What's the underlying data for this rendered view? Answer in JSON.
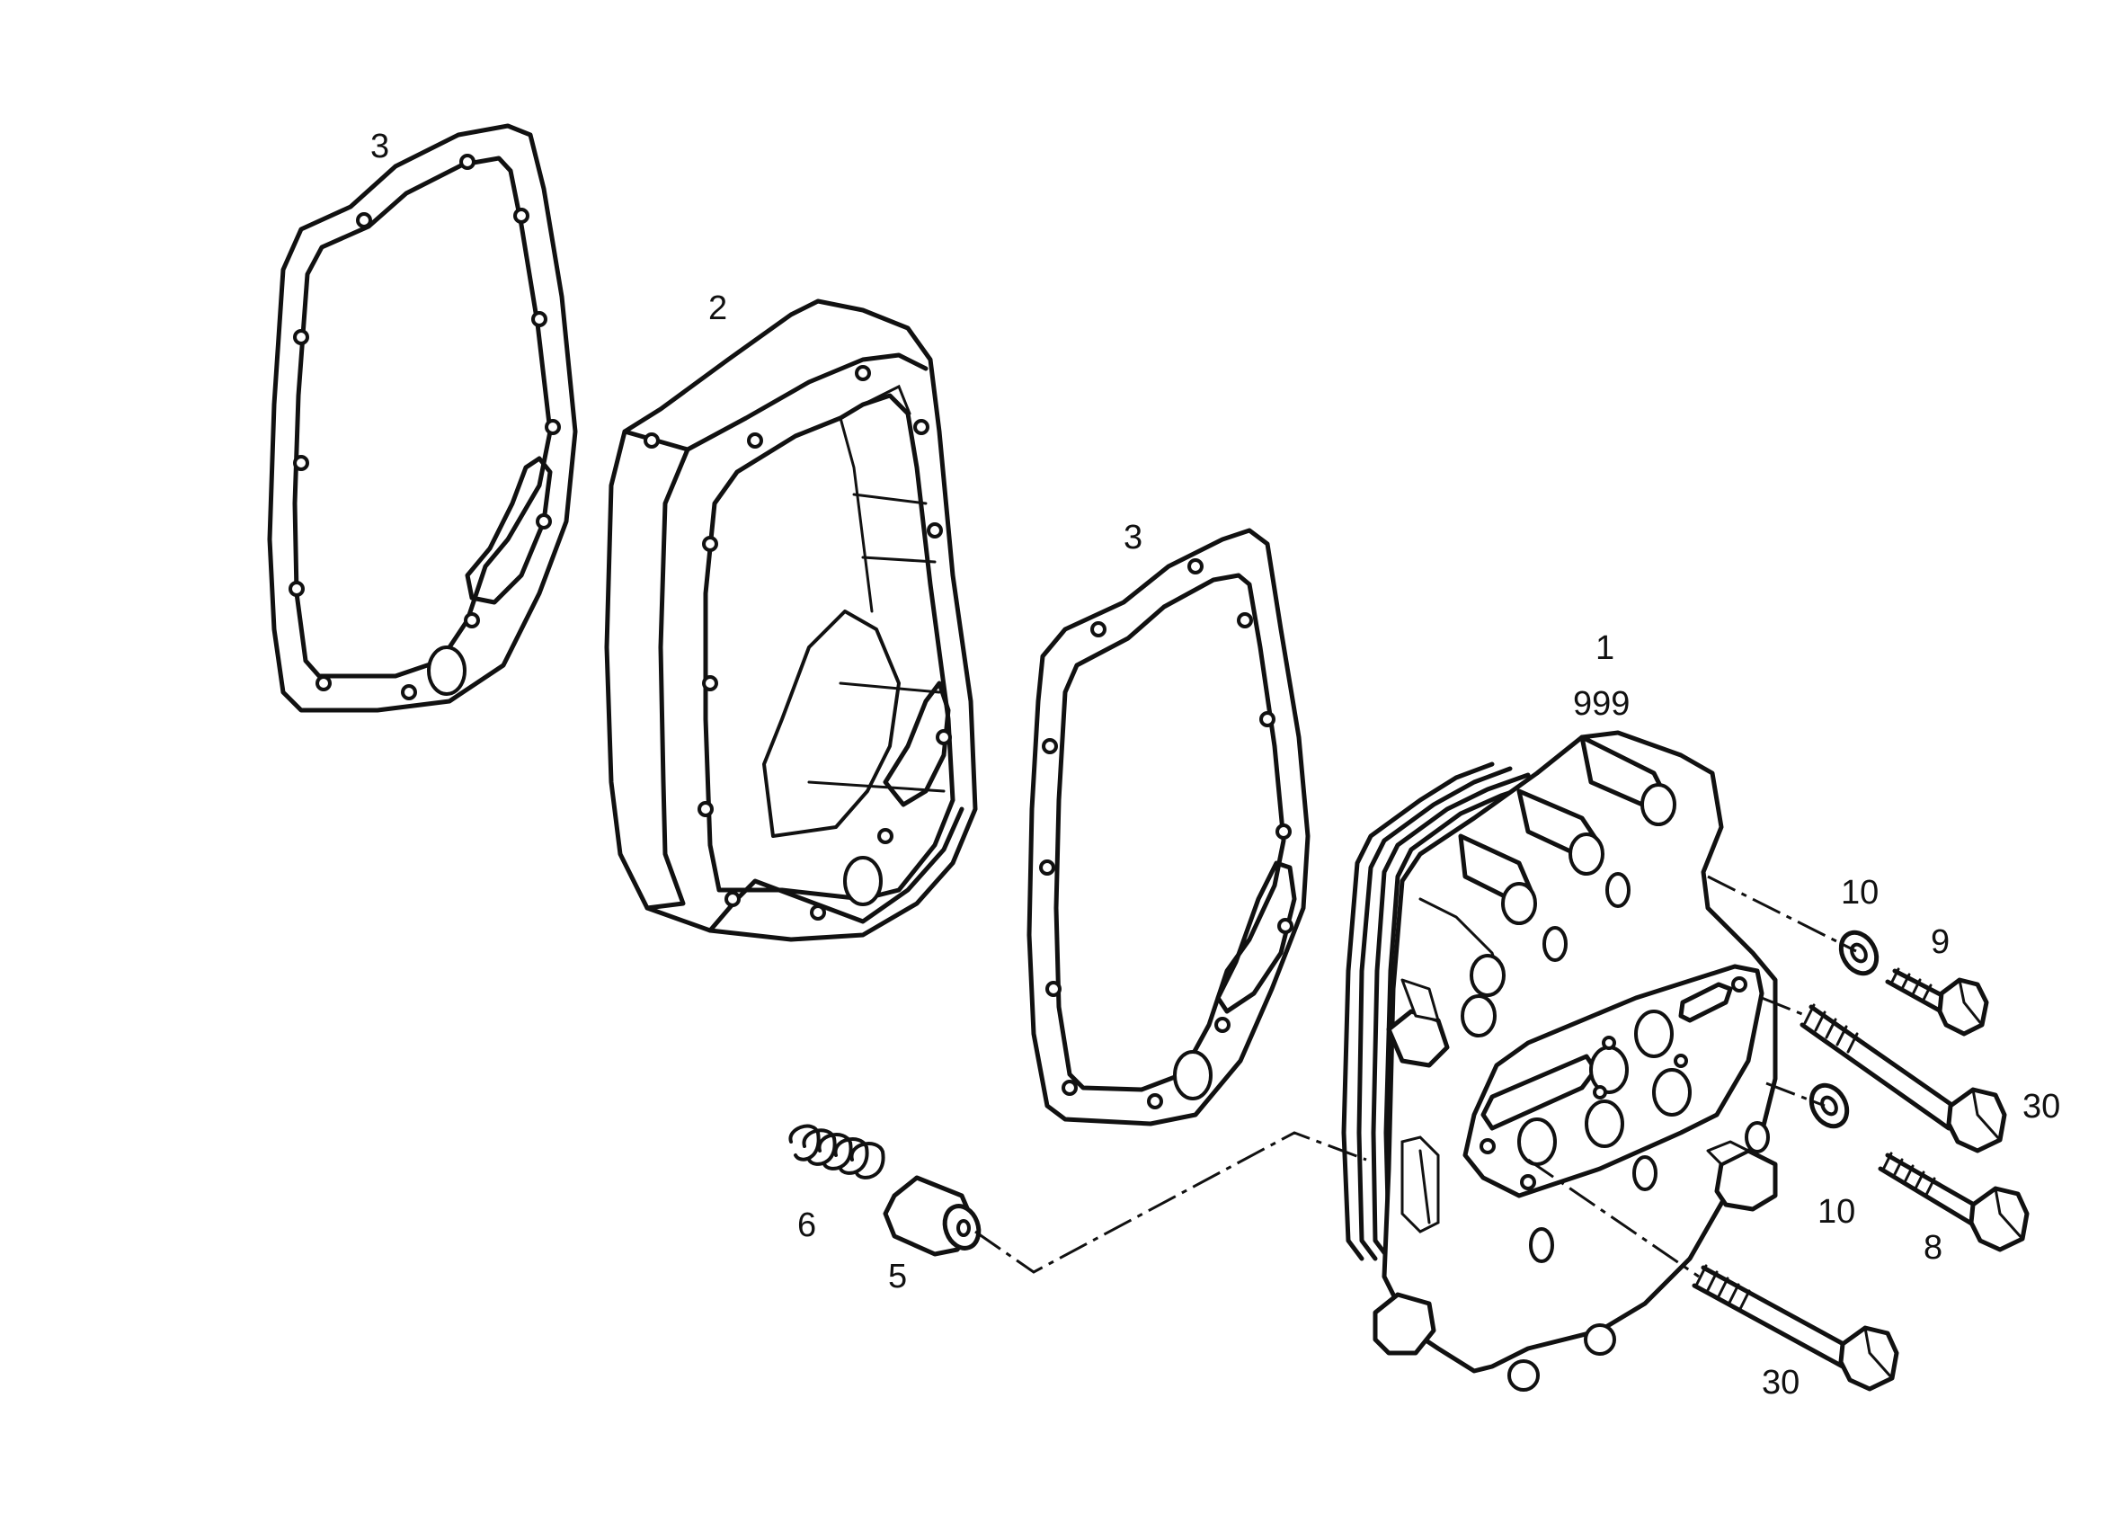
{
  "callouts": {
    "gasket_left": "3",
    "housing": "2",
    "gasket_right": "3",
    "cover": "1",
    "cover_alt": "999",
    "washer_top": "10",
    "bolt_short_top": "9",
    "bolt_long_top": "30",
    "washer_bottom": "10",
    "bolt_short_bottom": "8",
    "bolt_long_bottom": "30",
    "spring": "6",
    "piston": "5"
  }
}
